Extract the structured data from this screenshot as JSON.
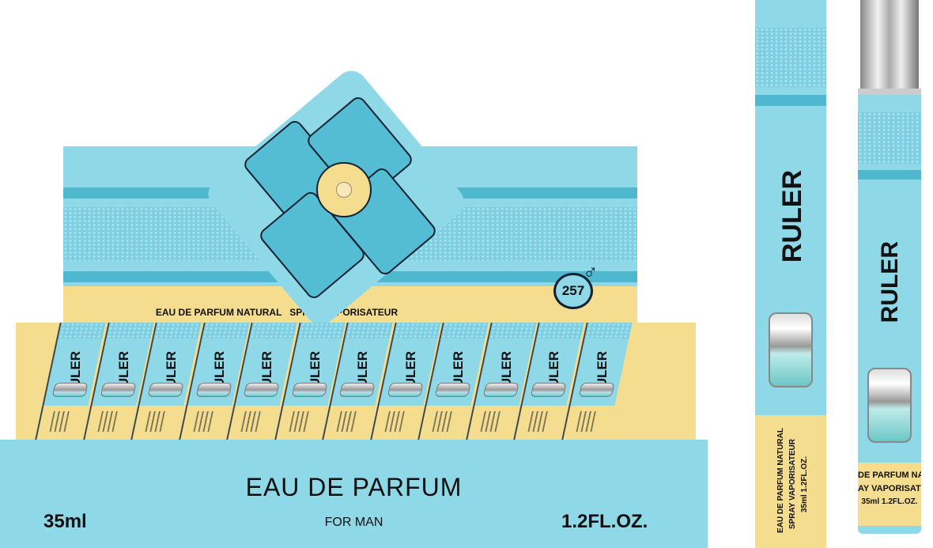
{
  "display_box": {
    "back_panel_text": "EAU DE PARFUM NATURAL   SPRAY VAPORISATEUR",
    "badge_number": "257",
    "badge_symbol": "♂",
    "front_title": "EAU DE PARFUM",
    "volume_ml": "35ml",
    "audience": "FOR MAN",
    "volume_oz": "1.2FL.OZ.",
    "tubes": [
      "RULER",
      "RULER",
      "RULER",
      "RULER",
      "RULER",
      "RULER",
      "RULER",
      "RULER",
      "RULER",
      "RULER",
      "RULER",
      "RULER"
    ]
  },
  "single_box": {
    "brand": "RULER",
    "line1": "EAU DE PARFUM NATURAL",
    "line2": "SPRAY VAPORISATEUR",
    "line3": "35ml  1.2FL.OZ."
  },
  "tube": {
    "brand": "RULER",
    "line1": "DE PARFUM NAT",
    "line2": "AY VAPORISATE",
    "line3": "35ml  1.2FL.OZ."
  },
  "colors": {
    "light_blue": "#8fd8e8",
    "dark_blue": "#4fb8cf",
    "yellow": "#f5dd8f"
  }
}
